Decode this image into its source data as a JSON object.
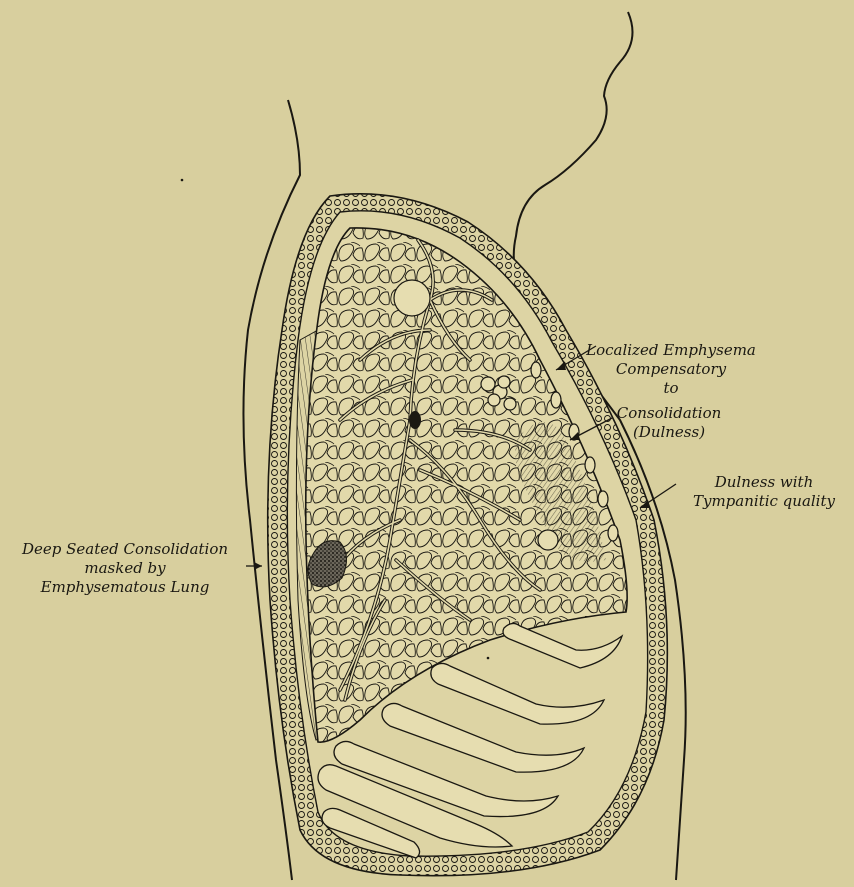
{
  "figure": {
    "background_color": "#d8cf9e",
    "ink_color": "#1a1812",
    "annotations": {
      "localized_emphysema": [
        "Localized Emphysema",
        "Compensatory",
        "to"
      ],
      "consolidation": [
        "Consolidation",
        "(Dulness)"
      ],
      "dulness_tympanitic": [
        "Dulness with",
        "Tympanitic quality"
      ],
      "deep_seated": [
        "Deep Seated Consolidation",
        "masked by",
        "Emphysematous Lung"
      ]
    }
  }
}
